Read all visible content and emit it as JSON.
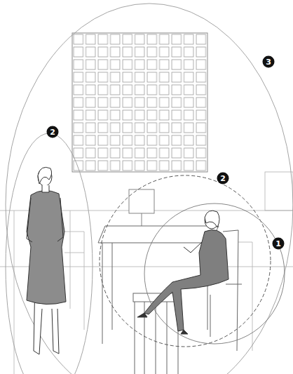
{
  "diagram": {
    "labels": [
      "3",
      "2",
      "2",
      "1"
    ]
  }
}
